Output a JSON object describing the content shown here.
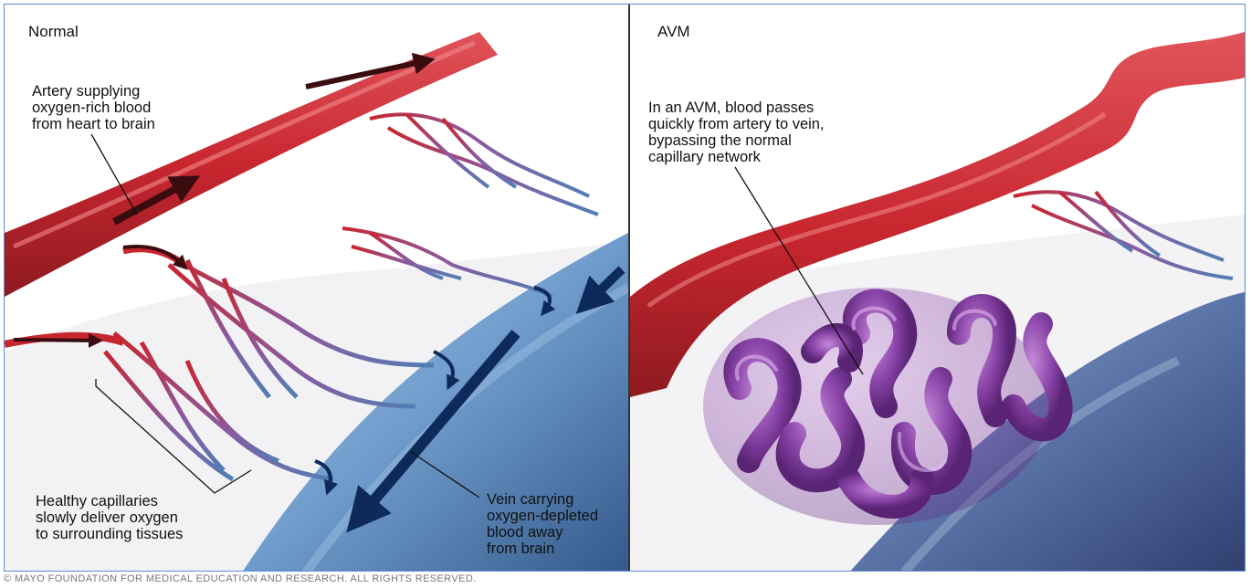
{
  "panels": {
    "normal": {
      "title": "Normal",
      "artery_label": "Artery supplying\noxygen-rich blood\nfrom heart to brain",
      "capillary_label": "Healthy capillaries\nslowly deliver oxygen\nto surrounding tissues",
      "vein_label": "Vein carrying\noxygen-depleted\nblood away\nfrom brain"
    },
    "avm": {
      "title": "AVM",
      "avm_label": "In an AVM, blood passes\nquickly from artery to vein,\nbypassing the normal\ncapillary network"
    }
  },
  "copyright": "© MAYO FOUNDATION FOR MEDICAL EDUCATION AND RESEARCH. ALL RIGHTS RESERVED.",
  "colors": {
    "artery": "#c8262f",
    "vein": "#4f7fb5",
    "avm_tangle": "#7e3d99",
    "border": "#5b8dc9"
  }
}
